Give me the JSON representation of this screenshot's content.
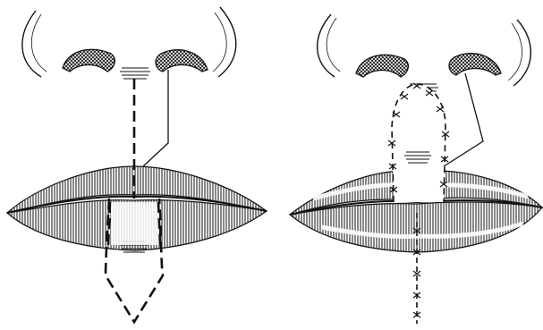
{
  "figure": {
    "panels": [
      {
        "id": "left",
        "stage": "before",
        "features": [
          "nose",
          "upper-lip",
          "lower-lip",
          "flap-incision-dashed",
          "pointer-line"
        ]
      },
      {
        "id": "right",
        "stage": "after",
        "features": [
          "nose",
          "upper-lip",
          "lower-lip",
          "inset-flap-sutured",
          "vertical-suture-line",
          "pointer-line"
        ]
      }
    ],
    "colors": {
      "ink": "#111111",
      "background": "#ffffff"
    }
  }
}
